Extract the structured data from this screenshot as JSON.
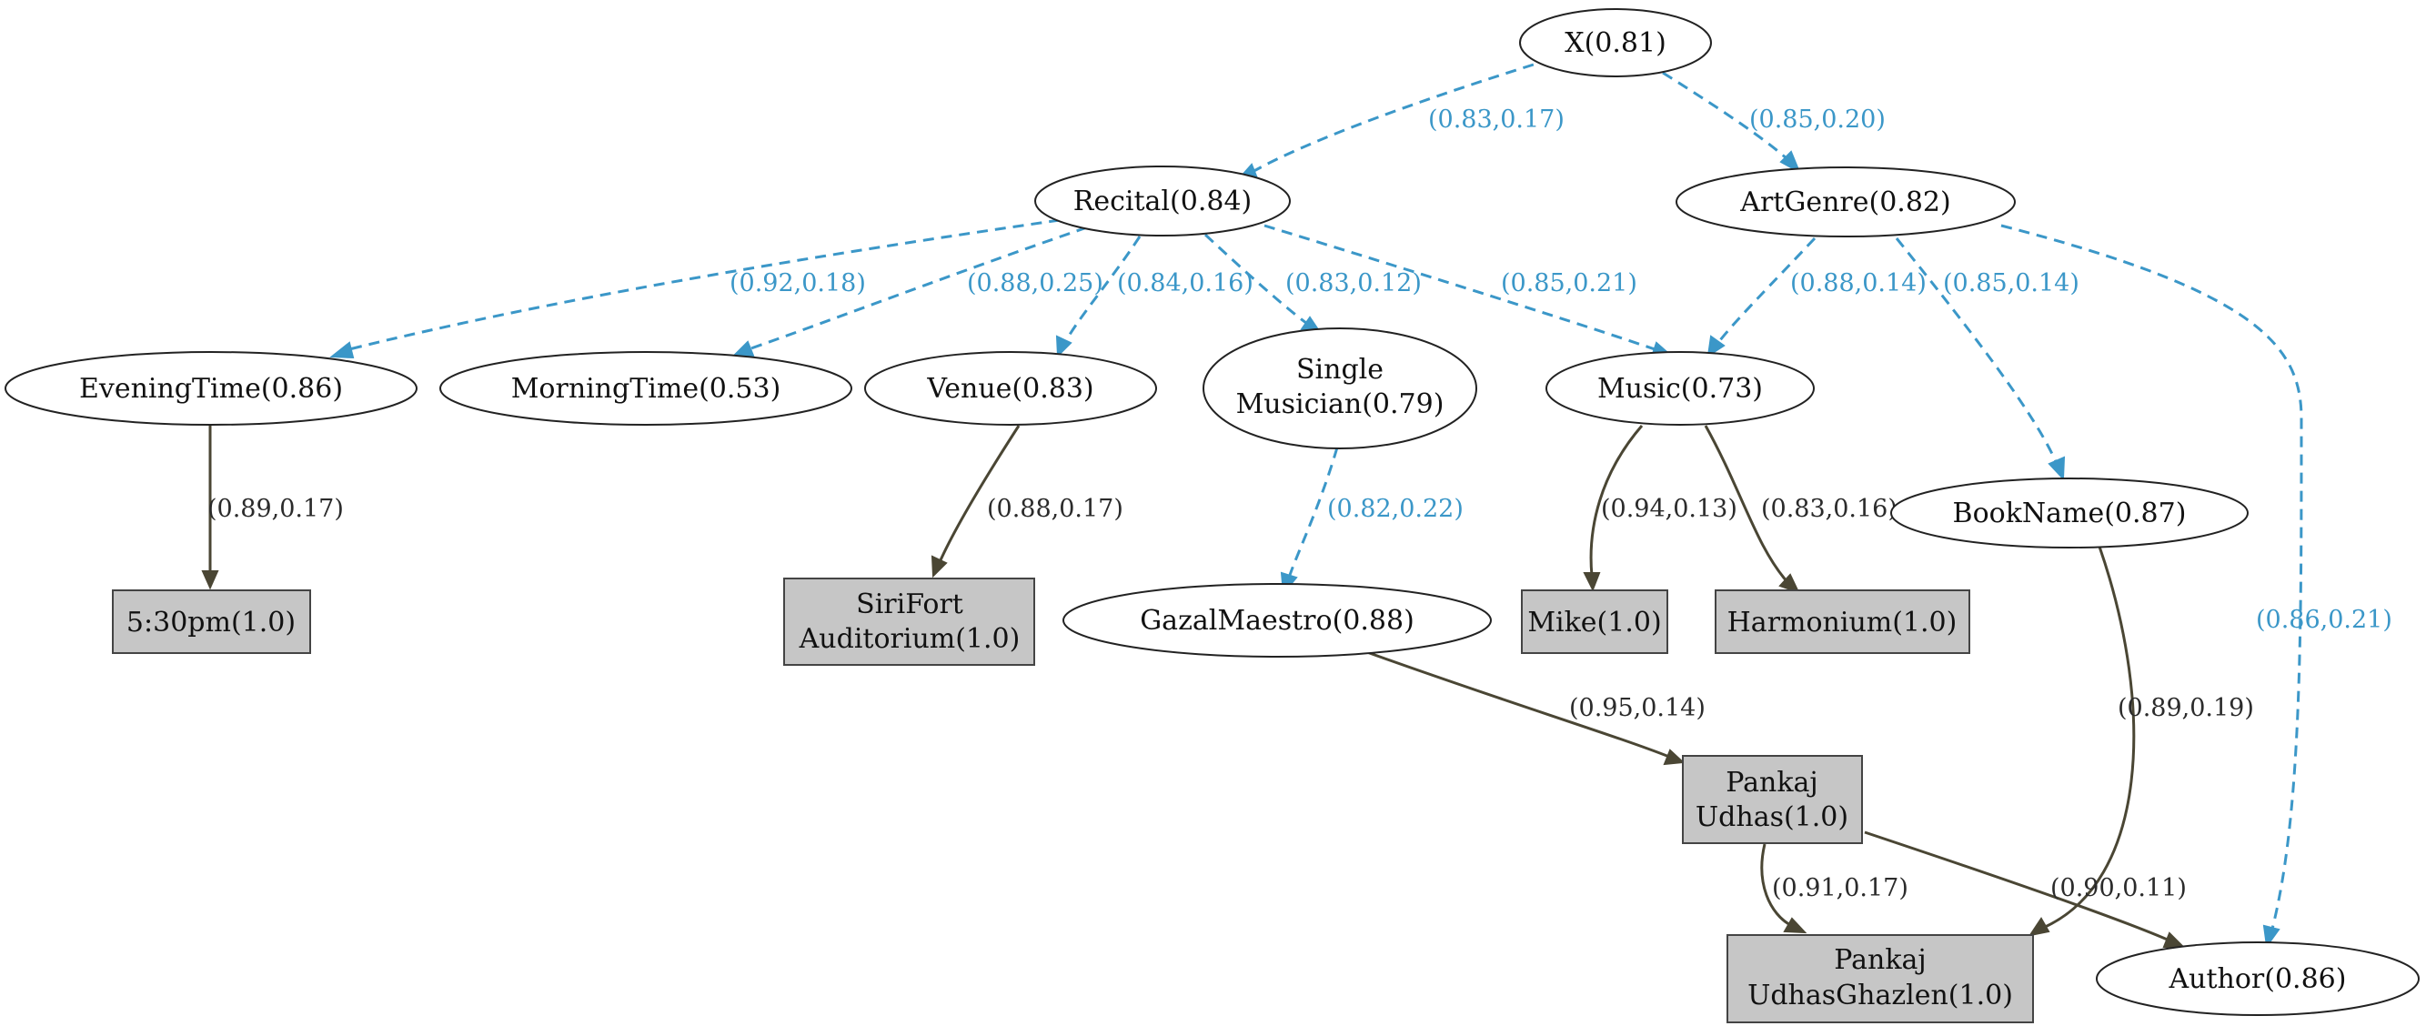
{
  "nodes": {
    "x": "X(0.81)",
    "recital": "Recital(0.84)",
    "artgenre": "ArtGenre(0.82)",
    "evening": "EveningTime(0.86)",
    "morning": "MorningTime(0.53)",
    "venue": "Venue(0.83)",
    "single_line1": "Single",
    "single_line2": "Musician(0.79)",
    "music": "Music(0.73)",
    "bookname": "BookName(0.87)",
    "t530": "5:30pm(1.0)",
    "sirifort_line1": "SiriFort",
    "sirifort_line2": "Auditorium(1.0)",
    "gazal": "GazalMaestro(0.88)",
    "mike": "Mike(1.0)",
    "harmonium": "Harmonium(1.0)",
    "pankaj_line1": "Pankaj",
    "pankaj_line2": "Udhas(1.0)",
    "ghazlen_line1": "Pankaj",
    "ghazlen_line2": "UdhasGhazlen(1.0)",
    "author": "Author(0.86)"
  },
  "edges": {
    "x_recital": "(0.83,0.17)",
    "x_artgenre": "(0.85,0.20)",
    "recital_evening": "(0.92,0.18)",
    "recital_morning": "(0.88,0.25)",
    "recital_venue": "(0.84,0.16)",
    "recital_single": "(0.83,0.12)",
    "recital_music": "(0.85,0.21)",
    "artgenre_music": "(0.88,0.14)",
    "artgenre_bookname": "(0.85,0.14)",
    "artgenre_author": "(0.86,0.21)",
    "evening_t530": "(0.89,0.17)",
    "venue_sirifort": "(0.88,0.17)",
    "single_gazal": "(0.82,0.22)",
    "music_mike": "(0.94,0.13)",
    "music_harmonium": "(0.83,0.16)",
    "bookname_ghazlen": "(0.89,0.19)",
    "gazal_pankaj": "(0.95,0.14)",
    "pankaj_ghazlen": "(0.91,0.17)",
    "pankaj_author": "(0.90,0.11)"
  },
  "colors": {
    "solid_edge": "#4a4634",
    "dashed_edge": "#3b97c8",
    "box_fill": "#c6c6c6"
  }
}
